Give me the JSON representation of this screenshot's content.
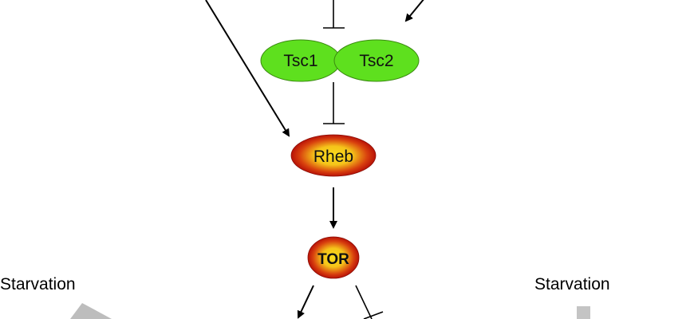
{
  "nodes": {
    "tsc1": "Tsc1",
    "tsc2": "Tsc2",
    "rheb": "Rheb",
    "tor": "TOR"
  },
  "labels": {
    "starvation_left": "Starvation",
    "starvation_right": "Starvation"
  },
  "colors": {
    "tsc_fill": "#5ee01e",
    "tsc_stroke": "#3a8a10",
    "node_outer": "#c01a0a",
    "node_inner": "#f7d21a",
    "gray_arrow": "#bdbdbd"
  }
}
